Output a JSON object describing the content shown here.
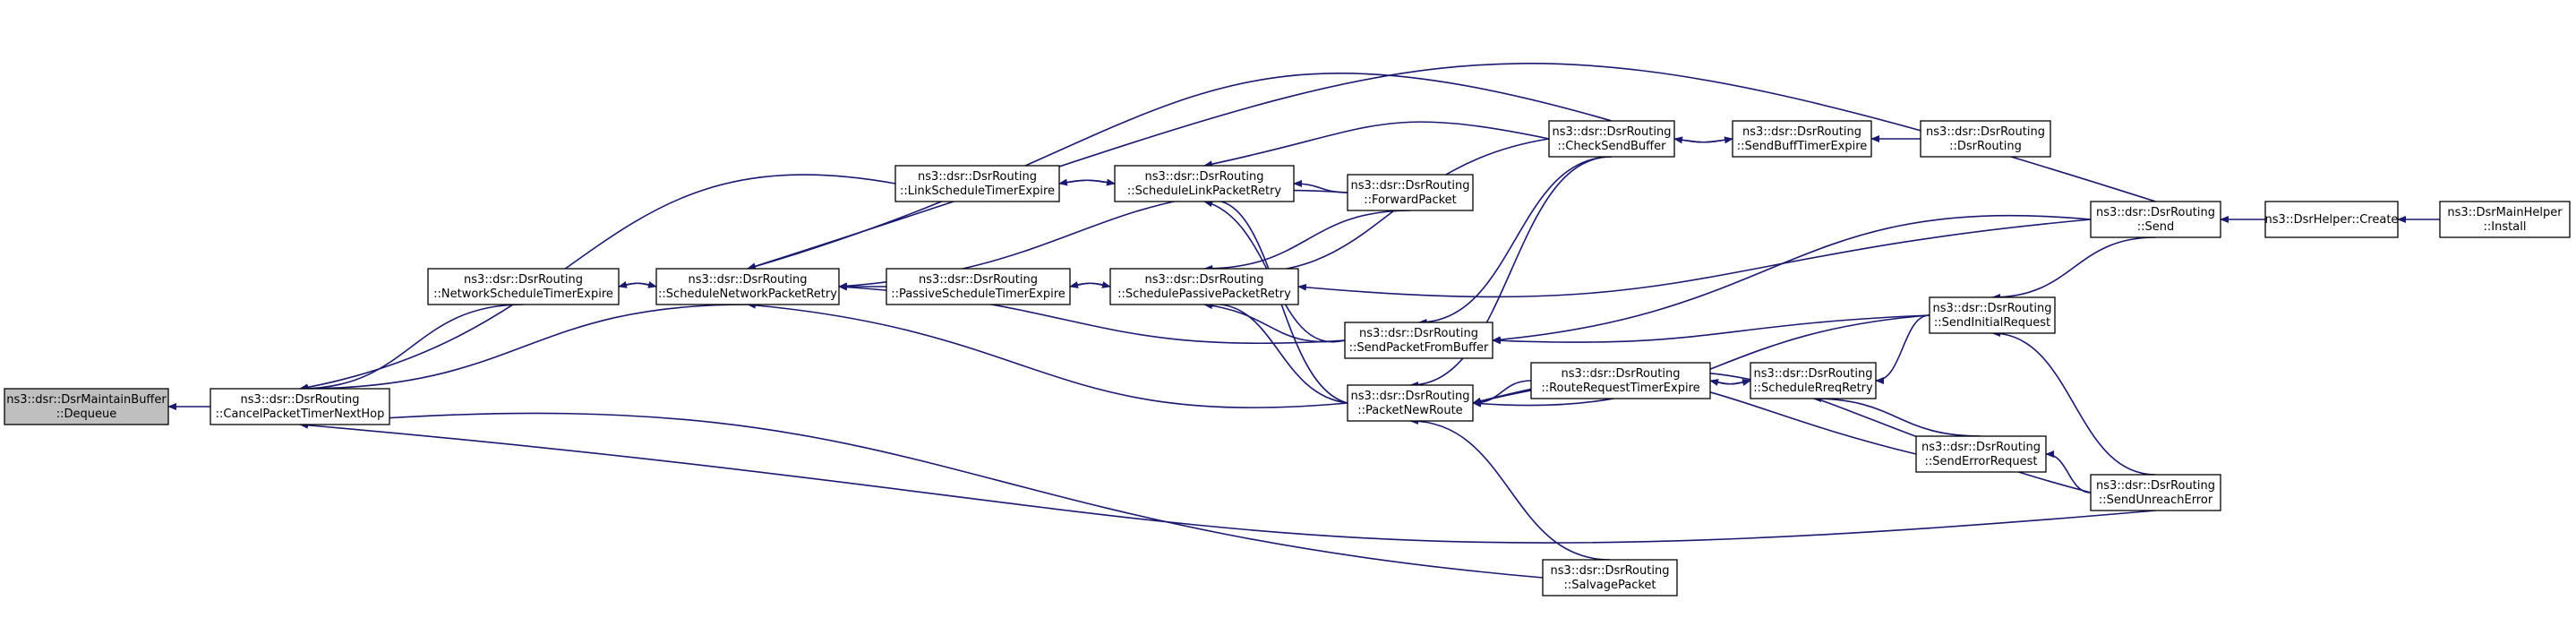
{
  "nodes": [
    {
      "id": "dequeue",
      "lines": [
        "ns3::dsr::DsrMaintainBuffer",
        "::Dequeue"
      ],
      "highlight": true
    },
    {
      "id": "cancel",
      "lines": [
        "ns3::dsr::DsrRouting",
        "::CancelPacketTimerNextHop"
      ]
    },
    {
      "id": "netexpire",
      "lines": [
        "ns3::dsr::DsrRouting",
        "::NetworkScheduleTimerExpire"
      ]
    },
    {
      "id": "netretry",
      "lines": [
        "ns3::dsr::DsrRouting",
        "::ScheduleNetworkPacketRetry"
      ]
    },
    {
      "id": "linkexpire",
      "lines": [
        "ns3::dsr::DsrRouting",
        "::LinkScheduleTimerExpire"
      ]
    },
    {
      "id": "passexpire",
      "lines": [
        "ns3::dsr::DsrRouting",
        "::PassiveScheduleTimerExpire"
      ]
    },
    {
      "id": "linkretry",
      "lines": [
        "ns3::dsr::DsrRouting",
        "::ScheduleLinkPacketRetry"
      ]
    },
    {
      "id": "passretry",
      "lines": [
        "ns3::dsr::DsrRouting",
        "::SchedulePassivePacketRetry"
      ]
    },
    {
      "id": "forward",
      "lines": [
        "ns3::dsr::DsrRouting",
        "::ForwardPacket"
      ]
    },
    {
      "id": "sendfrombuf",
      "lines": [
        "ns3::dsr::DsrRouting",
        "::SendPacketFromBuffer"
      ]
    },
    {
      "id": "newroute",
      "lines": [
        "ns3::dsr::DsrRouting",
        "::PacketNewRoute"
      ]
    },
    {
      "id": "checkbuf",
      "lines": [
        "ns3::dsr::DsrRouting",
        "::CheckSendBuffer"
      ]
    },
    {
      "id": "buftimer",
      "lines": [
        "ns3::dsr::DsrRouting",
        "::SendBuffTimerExpire"
      ]
    },
    {
      "id": "ctor",
      "lines": [
        "ns3::dsr::DsrRouting",
        "::DsrRouting"
      ]
    },
    {
      "id": "rreqexpire",
      "lines": [
        "ns3::dsr::DsrRouting",
        "::RouteRequestTimerExpire"
      ]
    },
    {
      "id": "rreqretry",
      "lines": [
        "ns3::dsr::DsrRouting",
        "::ScheduleRreqRetry"
      ]
    },
    {
      "id": "salvage",
      "lines": [
        "ns3::dsr::DsrRouting",
        "::SalvagePacket"
      ]
    },
    {
      "id": "send",
      "lines": [
        "ns3::dsr::DsrRouting",
        "::Send"
      ]
    },
    {
      "id": "initreq",
      "lines": [
        "ns3::dsr::DsrRouting",
        "::SendInitialRequest"
      ]
    },
    {
      "id": "errreq",
      "lines": [
        "ns3::dsr::DsrRouting",
        "::SendErrorRequest"
      ]
    },
    {
      "id": "unreach",
      "lines": [
        "ns3::dsr::DsrRouting",
        "::SendUnreachError"
      ]
    },
    {
      "id": "create",
      "lines": [
        "ns3::DsrHelper::Create"
      ]
    },
    {
      "id": "install",
      "lines": [
        "ns3::DsrMainHelper",
        "::Install"
      ]
    }
  ],
  "edges": [
    {
      "from": "cancel",
      "to": "dequeue"
    },
    {
      "from": "netexpire",
      "to": "cancel"
    },
    {
      "from": "linkexpire",
      "to": "cancel"
    },
    {
      "from": "netretry",
      "to": "cancel"
    },
    {
      "from": "salvage",
      "to": "cancel"
    },
    {
      "from": "unreach",
      "to": "cancel"
    },
    {
      "from": "netretry",
      "to": "netexpire"
    },
    {
      "from": "netexpire",
      "to": "netretry"
    },
    {
      "from": "passexpire",
      "to": "netretry"
    },
    {
      "from": "forward",
      "to": "netretry"
    },
    {
      "from": "sendfrombuf",
      "to": "netretry"
    },
    {
      "from": "newroute",
      "to": "netretry"
    },
    {
      "from": "checkbuf",
      "to": "netretry"
    },
    {
      "from": "send",
      "to": "netretry"
    },
    {
      "from": "linkretry",
      "to": "linkexpire"
    },
    {
      "from": "linkexpire",
      "to": "linkretry"
    },
    {
      "from": "passretry",
      "to": "passexpire"
    },
    {
      "from": "passexpire",
      "to": "passretry"
    },
    {
      "from": "forward",
      "to": "linkretry"
    },
    {
      "from": "sendfrombuf",
      "to": "linkretry"
    },
    {
      "from": "newroute",
      "to": "linkretry"
    },
    {
      "from": "checkbuf",
      "to": "linkretry"
    },
    {
      "from": "forward",
      "to": "passretry"
    },
    {
      "from": "sendfrombuf",
      "to": "passretry"
    },
    {
      "from": "newroute",
      "to": "passretry"
    },
    {
      "from": "checkbuf",
      "to": "passretry"
    },
    {
      "from": "send",
      "to": "passretry"
    },
    {
      "from": "checkbuf",
      "to": "sendfrombuf"
    },
    {
      "from": "send",
      "to": "sendfrombuf"
    },
    {
      "from": "initreq",
      "to": "sendfrombuf"
    },
    {
      "from": "checkbuf",
      "to": "newroute"
    },
    {
      "from": "rreqexpire",
      "to": "newroute"
    },
    {
      "from": "salvage",
      "to": "newroute"
    },
    {
      "from": "errreq",
      "to": "newroute"
    },
    {
      "from": "unreach",
      "to": "newroute"
    },
    {
      "from": "initreq",
      "to": "newroute"
    },
    {
      "from": "buftimer",
      "to": "checkbuf"
    },
    {
      "from": "checkbuf",
      "to": "buftimer"
    },
    {
      "from": "ctor",
      "to": "buftimer"
    },
    {
      "from": "rreqretry",
      "to": "rreqexpire"
    },
    {
      "from": "rreqexpire",
      "to": "rreqretry"
    },
    {
      "from": "initreq",
      "to": "rreqretry"
    },
    {
      "from": "errreq",
      "to": "rreqretry"
    },
    {
      "from": "send",
      "to": "initreq"
    },
    {
      "from": "unreach",
      "to": "initreq"
    },
    {
      "from": "unreach",
      "to": "errreq"
    },
    {
      "from": "create",
      "to": "send"
    },
    {
      "from": "install",
      "to": "create"
    }
  ],
  "colors": {
    "node_fill": "#ffffff",
    "highlight_fill": "#bfbfbf",
    "node_border": "#000000",
    "edge": "#191970",
    "text": "#000000"
  }
}
